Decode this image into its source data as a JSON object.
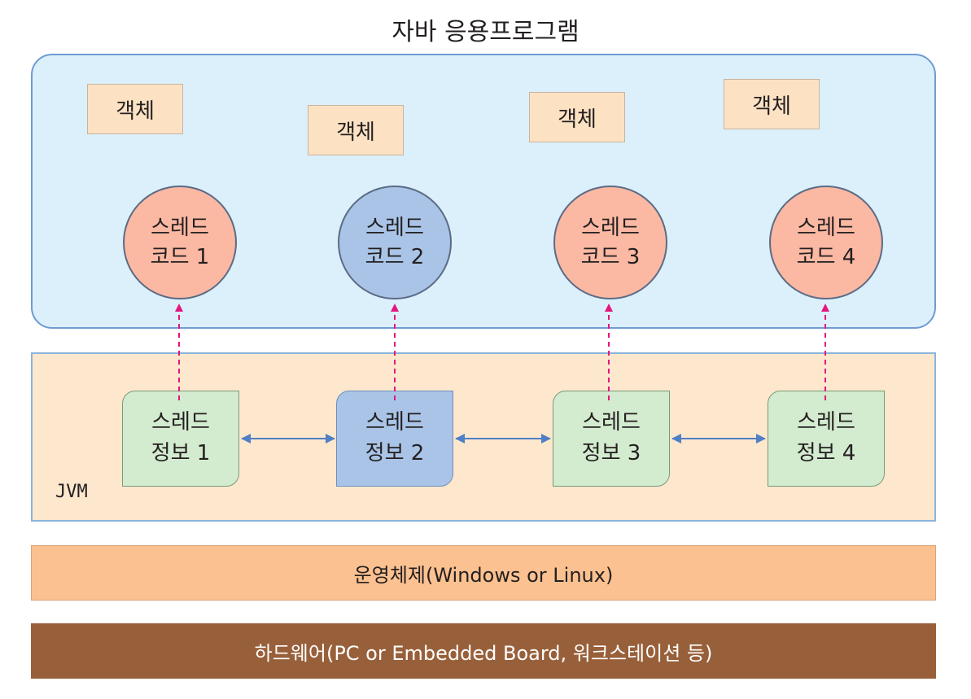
{
  "title": "자바 응용프로그램",
  "objects": [
    "객체",
    "객체",
    "객체",
    "객체"
  ],
  "thread_codes": [
    {
      "line1": "스레드",
      "line2": "코드 1"
    },
    {
      "line1": "스레드",
      "line2": "코드 2"
    },
    {
      "line1": "스레드",
      "line2": "코드 3"
    },
    {
      "line1": "스레드",
      "line2": "코드 4"
    }
  ],
  "thread_infos": [
    {
      "line1": "스레드",
      "line2": "정보 1"
    },
    {
      "line1": "스레드",
      "line2": "정보 2"
    },
    {
      "line1": "스레드",
      "line2": "정보 3"
    },
    {
      "line1": "스레드",
      "line2": "정보 4"
    }
  ],
  "jvm_label": "JVM",
  "os_label": "운영체제(Windows or Linux)",
  "hardware_label": "하드웨어(PC or Embedded Board, 워크스테이션 등)",
  "colors": {
    "app_bg": "#dcf0fb",
    "jvm_bg": "#fde7cd",
    "thread_code_active": "#a9c4e6",
    "thread_code_idle": "#fbb8a2",
    "thread_info_idle": "#d3ebcf",
    "thread_info_active": "#a9c4e6",
    "os_bg": "#fcc190",
    "hardware_bg": "#98603a",
    "dashed_arrow": "#e5157c",
    "link_arrow": "#4f7fc4"
  }
}
